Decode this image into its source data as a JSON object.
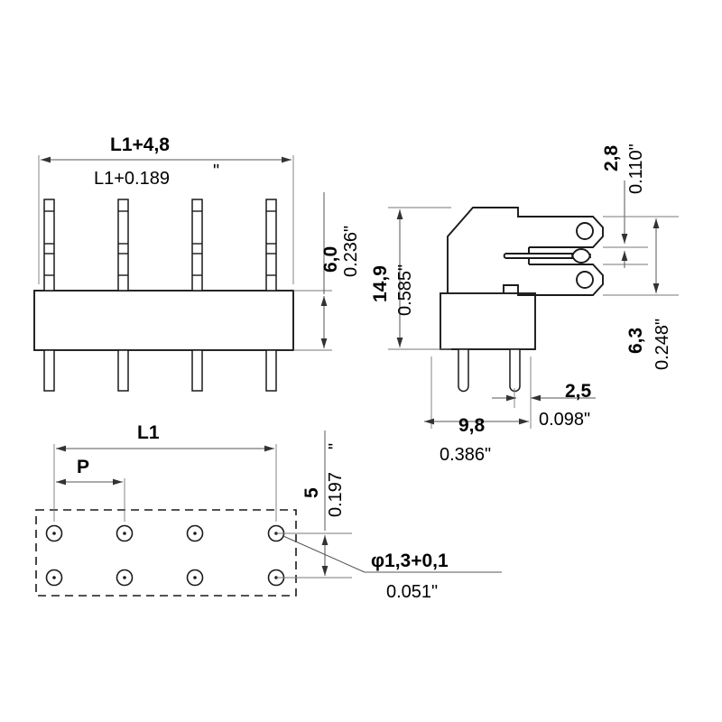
{
  "drawing": {
    "title": "PCB terminal block connector — dimensioned engineering drawing",
    "units_note": "Metric values in mm (comma decimal), imperial values in inches (quoted)",
    "line_color": "#1a1a1a",
    "dim_color": "#555555",
    "background": "#ffffff"
  },
  "views": {
    "front": {
      "name": "front-elevation-view",
      "pin_count": 4,
      "dimensions": {
        "width_metric": "L1+4,8",
        "width_imperial": "L1+0.189",
        "imperial_unit_mark": "\"",
        "height_metric": "6,0",
        "height_imperial": "0.236\""
      }
    },
    "side": {
      "name": "side-section-view",
      "terminal_tabs": 2,
      "dimensions": {
        "height_metric": "14,9",
        "height_imperial": "0.585\"",
        "tab_gap_metric": "2,8",
        "tab_gap_imperial": "0.110\"",
        "tab_span_metric": "6,3",
        "tab_span_imperial": "0.248\"",
        "body_depth_metric": "9,8",
        "body_depth_imperial": "0.386\"",
        "pin_offset_metric": "2,5",
        "pin_offset_imperial": "0.098\""
      }
    },
    "footprint": {
      "name": "pcb-drill-pattern-view",
      "hole_rows": 2,
      "holes_per_row": 4,
      "dimensions": {
        "length_label": "L1",
        "pitch_label": "P",
        "row_spacing_metric": "5",
        "row_spacing_imperial": "0.197",
        "imperial_unit_mark": "\"",
        "hole_diameter_metric": "φ1,3+0,1",
        "hole_diameter_imperial": "0.051\""
      }
    }
  }
}
